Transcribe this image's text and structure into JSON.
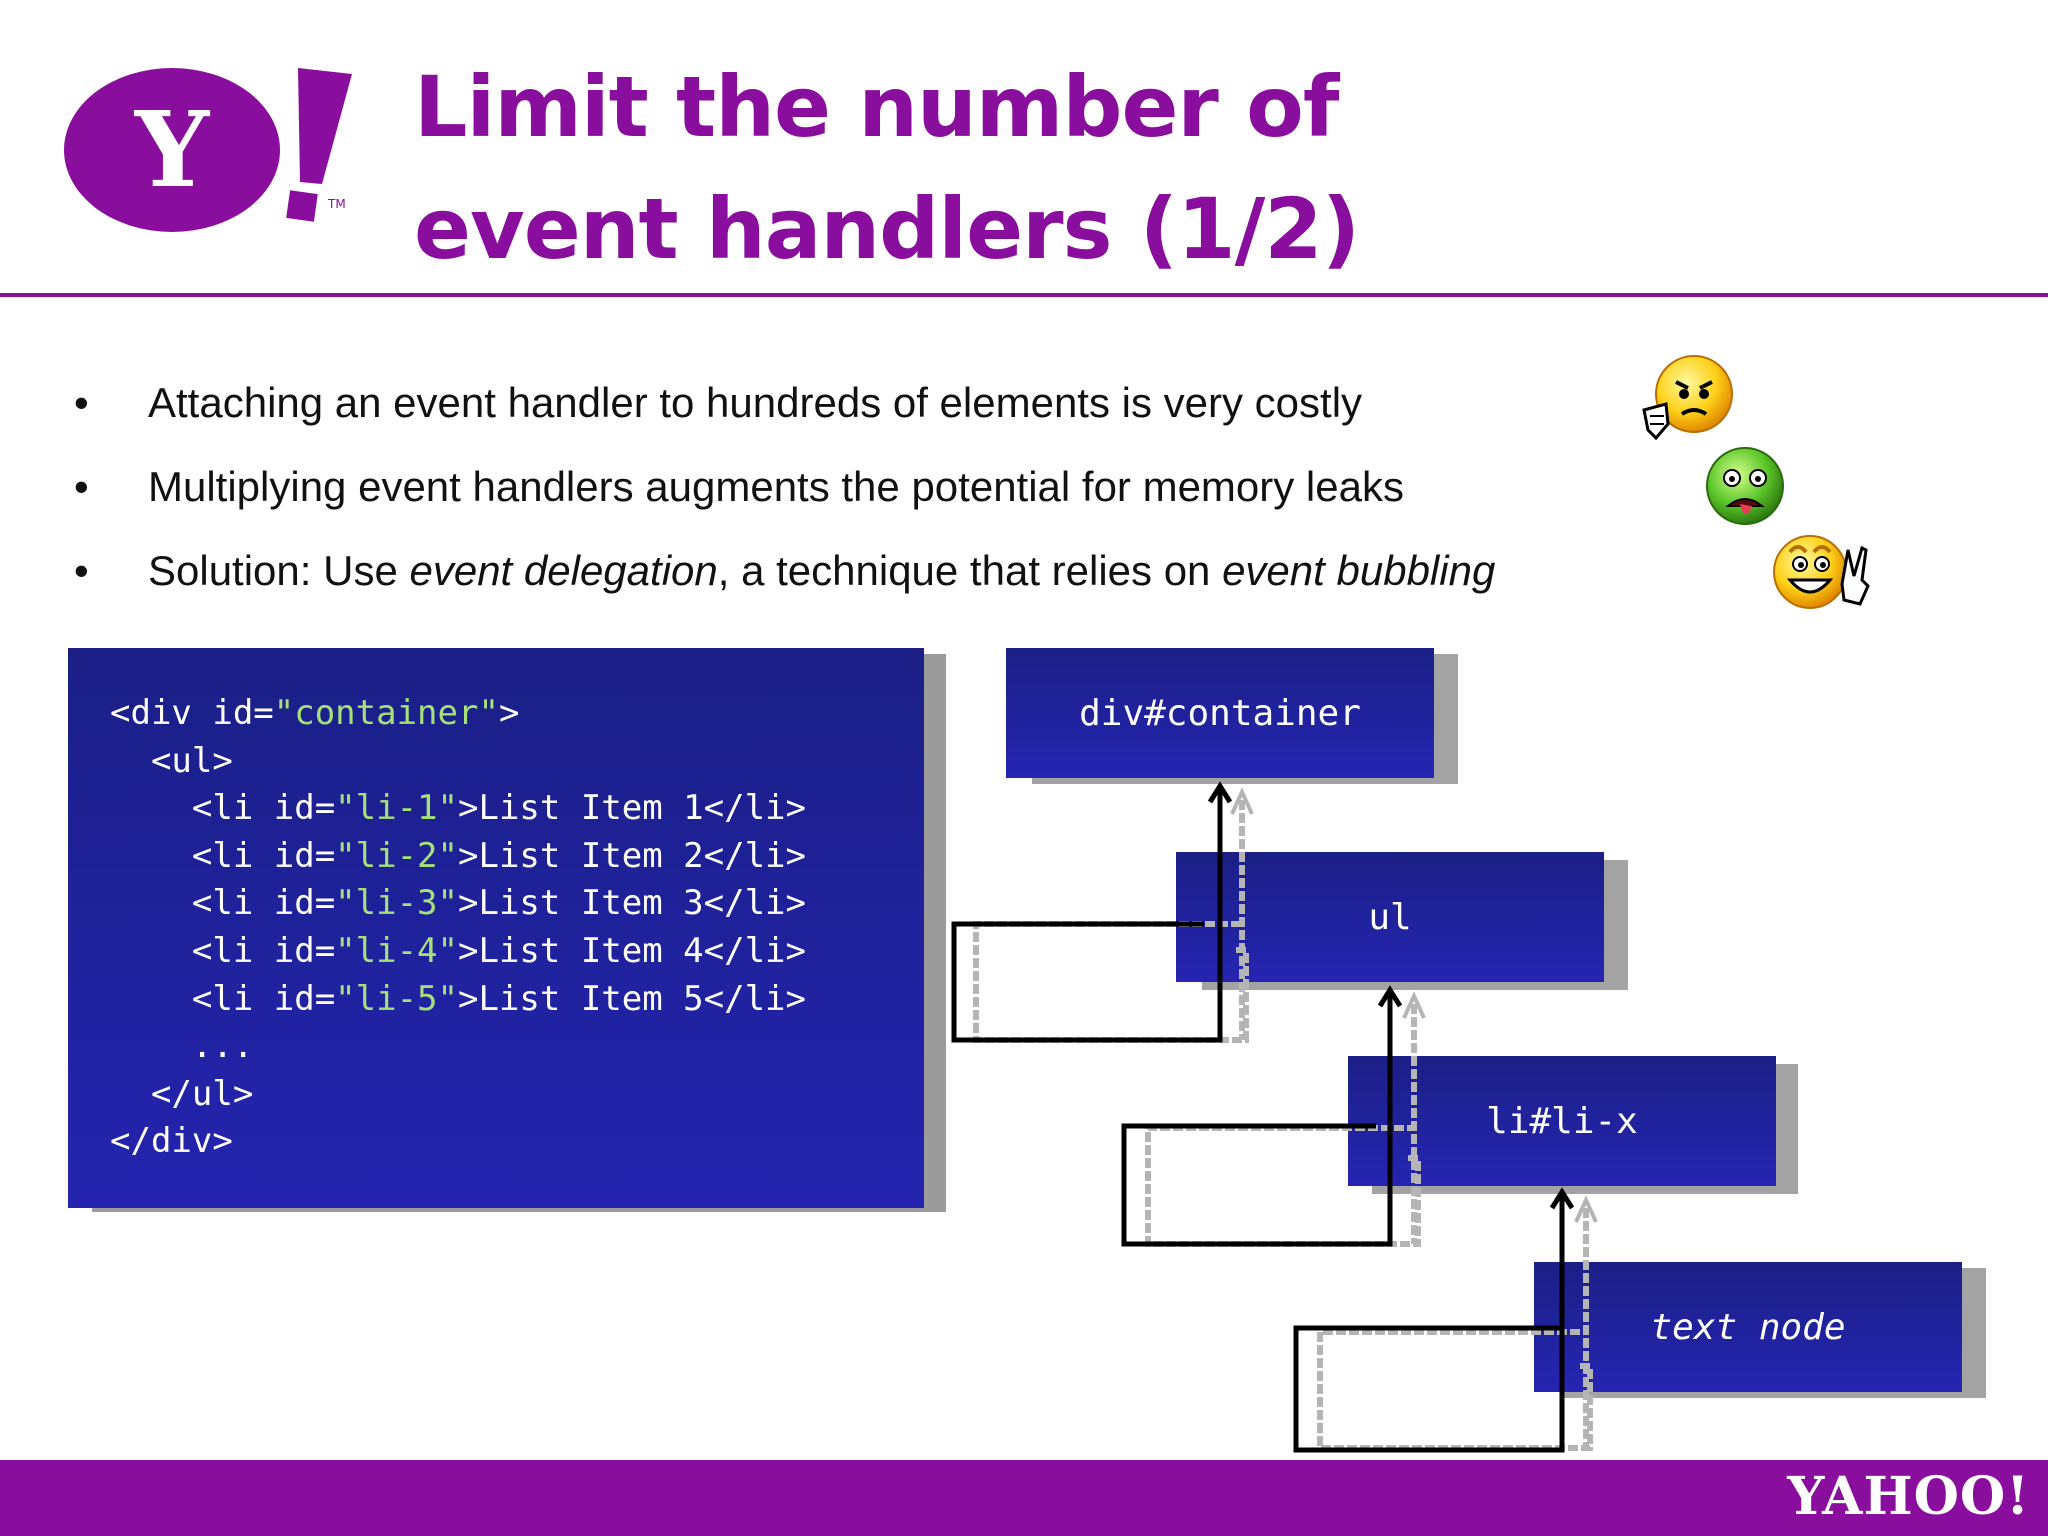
{
  "header": {
    "title_line1": "Limit the number of",
    "title_line2": "event handlers (1/2)",
    "logo_letter": "Y",
    "logo_tm": "TM"
  },
  "bullets": [
    {
      "text": "Attaching an event handler to hundreds of elements is very costly"
    },
    {
      "text": "Multiplying event handlers augments the potential for memory leaks"
    },
    {
      "prefix": "Solution: Use ",
      "em1": "event delegation",
      "mid": ", a technique that relies on ",
      "em2": "event bubbling"
    }
  ],
  "bullet_marker": "•",
  "code": {
    "lines": [
      {
        "pre": "<div id=",
        "str": "\"container\"",
        "post": ">"
      },
      {
        "pre": "  <ul>"
      },
      {
        "pre": "    <li id=",
        "str": "\"li-1\"",
        "post": ">List Item 1</li>"
      },
      {
        "pre": "    <li id=",
        "str": "\"li-2\"",
        "post": ">List Item 2</li>"
      },
      {
        "pre": "    <li id=",
        "str": "\"li-3\"",
        "post": ">List Item 3</li>"
      },
      {
        "pre": "    <li id=",
        "str": "\"li-4\"",
        "post": ">List Item 4</li>"
      },
      {
        "pre": "    <li id=",
        "str": "\"li-5\"",
        "post": ">List Item 5</li>"
      },
      {
        "pre": "    ..."
      },
      {
        "pre": "  </ul>"
      },
      {
        "pre": "</div>"
      }
    ]
  },
  "nodes": {
    "container": "div#container",
    "ul": "ul",
    "li": "li#li-x",
    "text": "text node"
  },
  "footer": {
    "brand": "YAHOO!"
  },
  "colors": {
    "brand_purple": "#8a0e9e",
    "box_blue": "#2222aa",
    "code_string": "#a6e07a"
  },
  "icons": [
    "angry-thumbs-down-smiley-icon",
    "sick-green-smiley-icon",
    "happy-victory-smiley-icon",
    "yahoo-logo"
  ]
}
